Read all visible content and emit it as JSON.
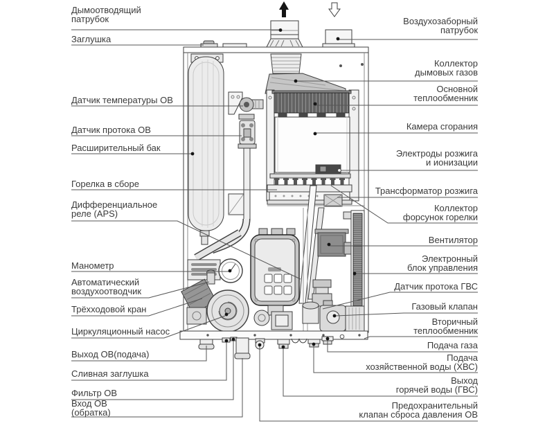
{
  "diagram": {
    "type": "boiler-cutaway-schematic",
    "icons": {
      "flue_flow": "arrow-up-solid-icon",
      "air_flow": "arrow-down-outline-icon"
    },
    "colors": {
      "background": "#ffffff",
      "line": "#3f3f3f",
      "leader": "#555555",
      "label_text": "#3a3a3a",
      "dark_fill": "#6b6b6b"
    }
  },
  "labels": {
    "left": [
      {
        "id": "flue-outlet",
        "text": "Дымоотводящий\nпатрубок"
      },
      {
        "id": "plug",
        "text": "Заглушка"
      },
      {
        "id": "ch-temp-sensor",
        "text": "Датчик температуры ОВ"
      },
      {
        "id": "ch-flow-sensor",
        "text": "Датчик протока ОВ"
      },
      {
        "id": "expansion-tank",
        "text": "Расширительный бак"
      },
      {
        "id": "burner-assembly",
        "text": "Горелка в сборе"
      },
      {
        "id": "aps-relay",
        "text": "Дифференциальное\nреле (APS)"
      },
      {
        "id": "manometer",
        "text": "Манометр"
      },
      {
        "id": "auto-air-vent",
        "text": "Автоматический\nвоздухоотводчик"
      },
      {
        "id": "three-way-valve",
        "text": "Трёхходовой кран"
      },
      {
        "id": "circulation-pump",
        "text": "Циркуляционный насос"
      },
      {
        "id": "ch-supply",
        "text": "Выход ОВ(подача)"
      },
      {
        "id": "drain-plug",
        "text": "Сливная заглушка"
      },
      {
        "id": "ch-filter",
        "text": "Фильтр ОВ"
      },
      {
        "id": "ch-return",
        "text": "Вход ОВ\n(обратка)"
      }
    ],
    "right": [
      {
        "id": "air-intake",
        "text": "Воздухозаборный\nпатрубок"
      },
      {
        "id": "flue-gas-collector",
        "text": "Коллектор\nдымовых газов"
      },
      {
        "id": "main-heat-exchanger",
        "text": "Основной\nтеплообменник"
      },
      {
        "id": "combustion-chamber",
        "text": "Камера сгорания"
      },
      {
        "id": "ignition-electrodes",
        "text": "Электроды розжига\nи ионизации"
      },
      {
        "id": "ignition-transformer",
        "text": "Трансформатор розжига"
      },
      {
        "id": "injector-collector",
        "text": "Коллектор\nфорсунок горелки"
      },
      {
        "id": "fan",
        "text": "Вентилятор"
      },
      {
        "id": "control-unit",
        "text": "Электронный\nблок управления"
      },
      {
        "id": "dhw-flow-sensor",
        "text": "Датчик протока ГВС"
      },
      {
        "id": "gas-valve",
        "text": "Газовый клапан"
      },
      {
        "id": "secondary-heat-exchanger",
        "text": "Вторичный\nтеплообменник"
      },
      {
        "id": "gas-supply",
        "text": "Подача газа"
      },
      {
        "id": "cold-water-supply",
        "text": "Подача\nхозяйственной воды (ХВС)"
      },
      {
        "id": "dhw-outlet",
        "text": "Выход\nгорячей воды (ГВС)"
      },
      {
        "id": "pressure-relief-valve",
        "text": "Предохранительный\nклапан сброса давления ОВ"
      }
    ]
  }
}
